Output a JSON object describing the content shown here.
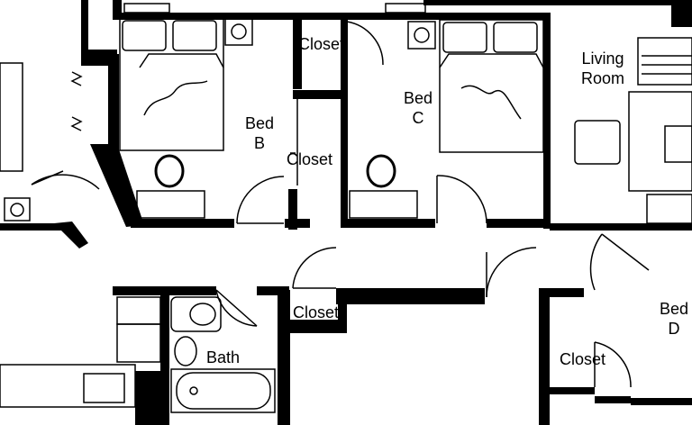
{
  "rooms": {
    "bed_b": {
      "line1": "Bed",
      "line2": "B"
    },
    "bed_c": {
      "line1": "Bed",
      "line2": "C"
    },
    "bed_d": {
      "line1": "Bed",
      "line2": "D"
    },
    "living_room": {
      "line1": "Living",
      "line2": "Room"
    },
    "bath": "Bath",
    "closet_top": "Closet",
    "closet_mid": "Closet",
    "closet_hall": "Closet",
    "closet_d": "Closet"
  },
  "colors": {
    "wall": "#000000",
    "floor": "#ffffff",
    "line": "#000000"
  }
}
